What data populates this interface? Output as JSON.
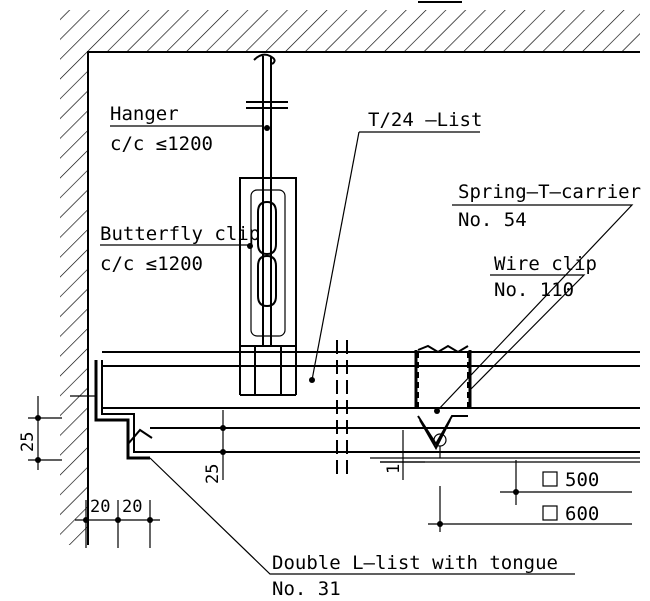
{
  "labels": {
    "hanger": "Hanger",
    "hanger_spacing": "c/c ≤1200",
    "t24_list": "T/24 –List",
    "spring_carrier": "Spring–T–carrier",
    "spring_carrier_no": "No. 54",
    "butterfly_clip": "Butterfly clip",
    "butterfly_spacing": "c/c ≤1200",
    "wire_clip": "Wire clip",
    "wire_clip_no": "No. 110",
    "double_l_list": "Double L–list with tongue",
    "double_l_list_no": "No. 31"
  },
  "dimensions": {
    "left_offset": "25",
    "list_height": "25",
    "gap": "1",
    "wall_offset_1": "20",
    "wall_offset_2": "20",
    "module_500": "500",
    "module_600": "600"
  },
  "icons": {
    "square": "square-icon"
  }
}
